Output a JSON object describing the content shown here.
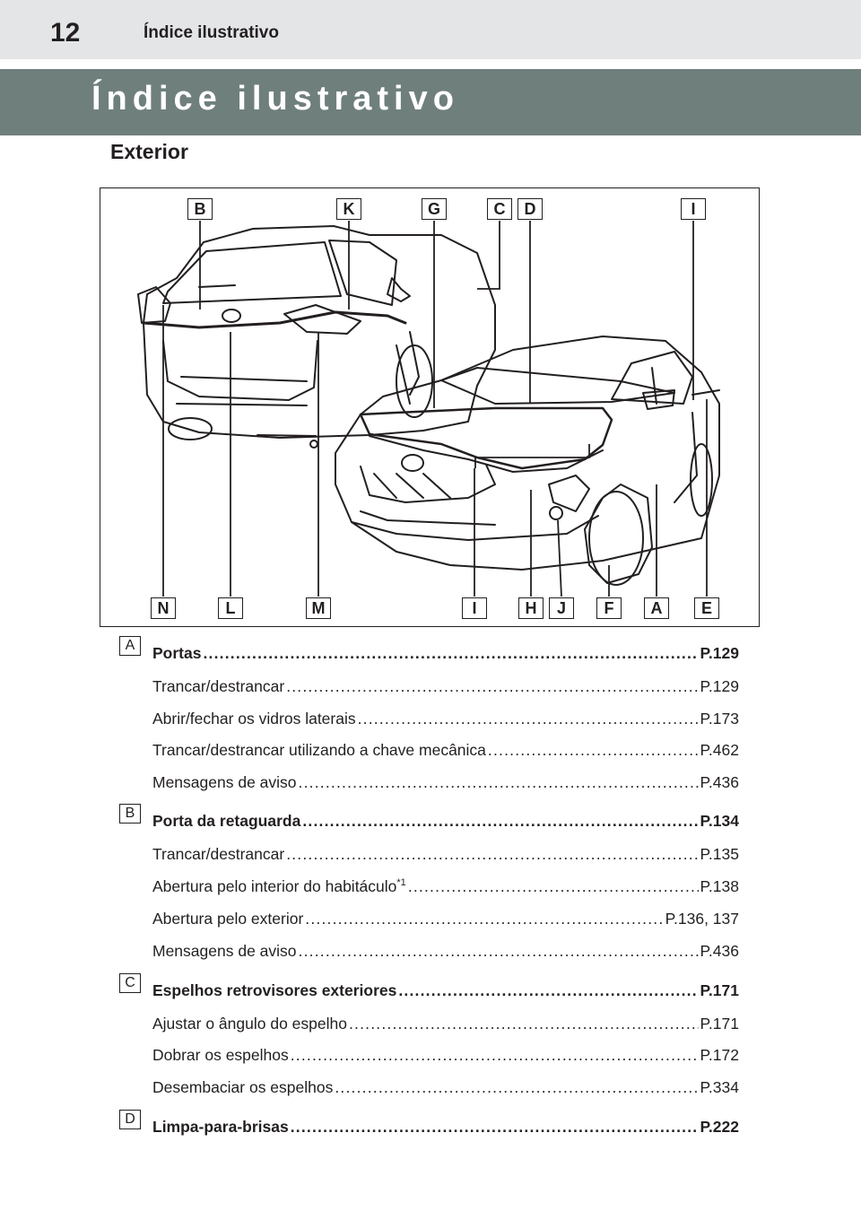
{
  "header": {
    "page_number": "12",
    "running_title": "Índice ilustrativo"
  },
  "banner": {
    "title": "Índice ilustrativo"
  },
  "section": {
    "title": "Exterior"
  },
  "figure": {
    "top_labels": [
      "B",
      "K",
      "G",
      "C",
      "D",
      "I"
    ],
    "bottom_labels": [
      "N",
      "L",
      "M",
      "I",
      "H",
      "J",
      "F",
      "A",
      "E"
    ]
  },
  "entries": [
    {
      "letter": "A",
      "main": {
        "text": "Portas",
        "page": "P.129"
      },
      "subs": [
        {
          "text": "Trancar/destrancar",
          "page": "P.129"
        },
        {
          "text": "Abrir/fechar os vidros laterais",
          "page": "P.173"
        },
        {
          "text": "Trancar/destrancar utilizando a chave mecânica",
          "page": "P.462"
        },
        {
          "text": "Mensagens de aviso",
          "page": "P.436"
        }
      ]
    },
    {
      "letter": "B",
      "main": {
        "text": "Porta da retaguarda",
        "page": "P.134"
      },
      "subs": [
        {
          "text": "Trancar/destrancar",
          "page": "P.135"
        },
        {
          "text": "Abertura pelo interior do habitáculo",
          "sup": "*1",
          "page": "P.138"
        },
        {
          "text": "Abertura pelo exterior",
          "page": "P.136, 137"
        },
        {
          "text": "Mensagens de aviso",
          "page": "P.436"
        }
      ]
    },
    {
      "letter": "C",
      "main": {
        "text": "Espelhos retrovisores exteriores",
        "page": "P.171"
      },
      "subs": [
        {
          "text": "Ajustar o ângulo do espelho",
          "page": "P.171"
        },
        {
          "text": "Dobrar os espelhos",
          "page": "P.172"
        },
        {
          "text": "Desembaciar os espelhos",
          "page": "P.334"
        }
      ]
    },
    {
      "letter": "D",
      "main": {
        "text": "Limpa-para-brisas",
        "page": "P.222"
      },
      "subs": []
    }
  ]
}
